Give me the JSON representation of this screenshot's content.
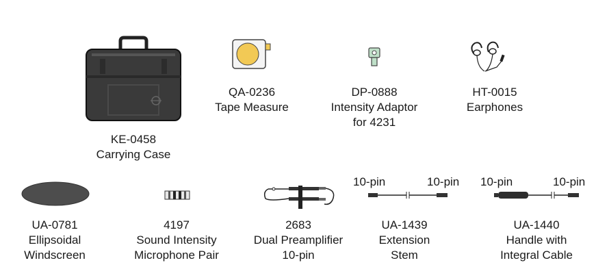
{
  "items": {
    "ke0458": {
      "code": "KE-0458",
      "name": "Carrying Case"
    },
    "qa0236": {
      "code": "QA-0236",
      "name": "Tape Measure"
    },
    "dp0888": {
      "code": "DP-0888",
      "name": "Intensity Adaptor",
      "name2": "for 4231"
    },
    "ht0015": {
      "code": "HT-0015",
      "name": "Earphones"
    },
    "ua0781": {
      "code": "UA-0781",
      "name": "Ellipsoidal",
      "name2": "Windscreen"
    },
    "p4197": {
      "code": "4197",
      "name": "Sound Intensity",
      "name2": "Microphone Pair"
    },
    "p2683": {
      "code": "2683",
      "name": "Dual Preamplifier",
      "name2": "10-pin"
    },
    "ua1439": {
      "code": "UA-1439",
      "name": "Extension",
      "name2": "Stem",
      "pin_left": "10-pin",
      "pin_right": "10-pin"
    },
    "ua1440": {
      "code": "UA-1440",
      "name": "Handle with",
      "name2": "Integral Cable",
      "pin_left": "10-pin",
      "pin_right": "10-pin"
    }
  },
  "colors": {
    "case": "#3a3a3a",
    "tape_body": "#f4f4f4",
    "tape_reel": "#f2c955",
    "adaptor": "#bfe0c8",
    "windscreen": "#4d4d4d",
    "line": "#222222"
  }
}
